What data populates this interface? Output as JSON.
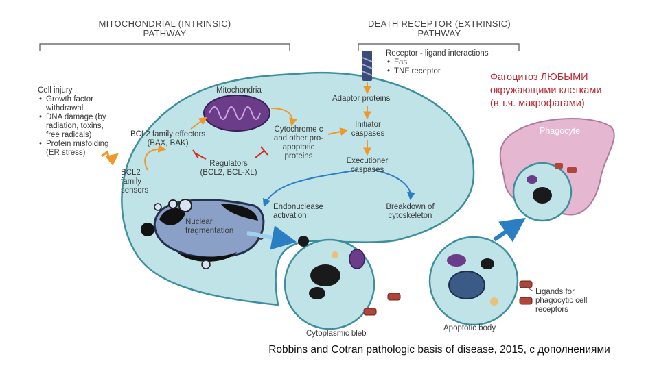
{
  "headers": {
    "intrinsic": [
      "MITOCHONDRIAL (INTRINSIC)",
      "PATHWAY"
    ],
    "extrinsic": [
      "DEATH RECEPTOR (EXTRINSIC)",
      "PATHWAY"
    ]
  },
  "receptor": {
    "title": "Receptor - ligand interactions",
    "items": [
      "Fas",
      "TNF receptor"
    ]
  },
  "injury": {
    "title": "Cell injury",
    "items": [
      "Growth factor withdrawal",
      "DNA damage (by radiation, toxins, free radicals)",
      "Protein misfolding (ER stress)"
    ]
  },
  "labels": {
    "mitochondria": "Mitochondria",
    "adaptor": "Adaptor proteins",
    "bcl2_effectors": "BCL2 family effectors (BAX, BAK)",
    "cytochrome": "Cytochrome c and other pro-apoptotic proteins",
    "initiator": "Initiator caspases",
    "executioner": "Executioner caspases",
    "regulators": "Regulators (BCL2, BCL-XL)",
    "bcl2_sensors": "BCL2 family sensors",
    "endonuclease": "Endonuclease activation",
    "breakdown": "Breakdown of cytoskeleton",
    "nuclear": "Nuclear fragmentation",
    "phagocyte": "Phagocyte",
    "ligands": "Ligands for phagocytic cell receptors",
    "apoptotic_body": "Apoptotic body",
    "blebs": "Cytoplasmic bleb"
  },
  "annotation": [
    "Фагоцитоз ЛЮБЫМИ",
    "окружающими клетками",
    "(в т.ч. макрофагами)"
  ],
  "caption": "Robbins and Cotran pathologic basis of disease, 2015, с дополнениями",
  "colors": {
    "cell_fill": "#bfe3e6",
    "cell_stroke": "#3d8f9e",
    "mito": "#6a3c8a",
    "phagocyte": "#e5b7d0",
    "arrow_orange": "#f0972a",
    "arrow_blue": "#2a7fc4",
    "annotation": "#c0262e"
  }
}
